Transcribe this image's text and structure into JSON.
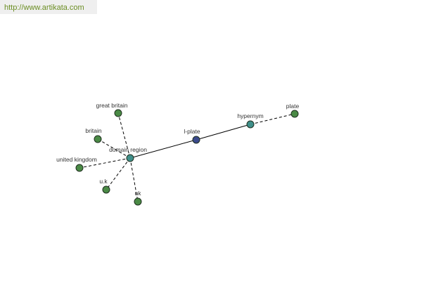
{
  "header": {
    "url_text": "http://www.artikata.com",
    "url_color": "#6b8e23",
    "bar_color": "#efefef"
  },
  "graph": {
    "nodes": [
      {
        "id": "great-britain",
        "label": "great britain",
        "role": "leaf"
      },
      {
        "id": "britain",
        "label": "britain",
        "role": "leaf"
      },
      {
        "id": "united-kingdom",
        "label": "united kingdom",
        "role": "leaf"
      },
      {
        "id": "uk-dotted",
        "label": "u.k",
        "role": "leaf"
      },
      {
        "id": "uk",
        "label": "uk",
        "role": "leaf"
      },
      {
        "id": "domain-region",
        "label": "domain region",
        "role": "relation"
      },
      {
        "id": "l-plate",
        "label": "l-plate",
        "role": "focus"
      },
      {
        "id": "hypernym",
        "label": "hypernym",
        "role": "relation"
      },
      {
        "id": "plate",
        "label": "plate",
        "role": "leaf"
      }
    ],
    "edges": [
      {
        "from": "l-plate",
        "to": "domain-region",
        "style": "solid"
      },
      {
        "from": "l-plate",
        "to": "hypernym",
        "style": "solid"
      },
      {
        "from": "hypernym",
        "to": "plate",
        "style": "dashed"
      },
      {
        "from": "domain-region",
        "to": "great-britain",
        "style": "dashed"
      },
      {
        "from": "domain-region",
        "to": "britain",
        "style": "dashed"
      },
      {
        "from": "domain-region",
        "to": "united-kingdom",
        "style": "dashed"
      },
      {
        "from": "domain-region",
        "to": "uk-dotted",
        "style": "dashed"
      },
      {
        "from": "domain-region",
        "to": "uk",
        "style": "dashed"
      }
    ],
    "colors": {
      "leaf": "#4a8a45",
      "relation": "#3f8f8a",
      "focus": "#3b4a8c",
      "node_stroke": "#1f2f1f",
      "edge": "#000000",
      "label": "#333333"
    }
  }
}
